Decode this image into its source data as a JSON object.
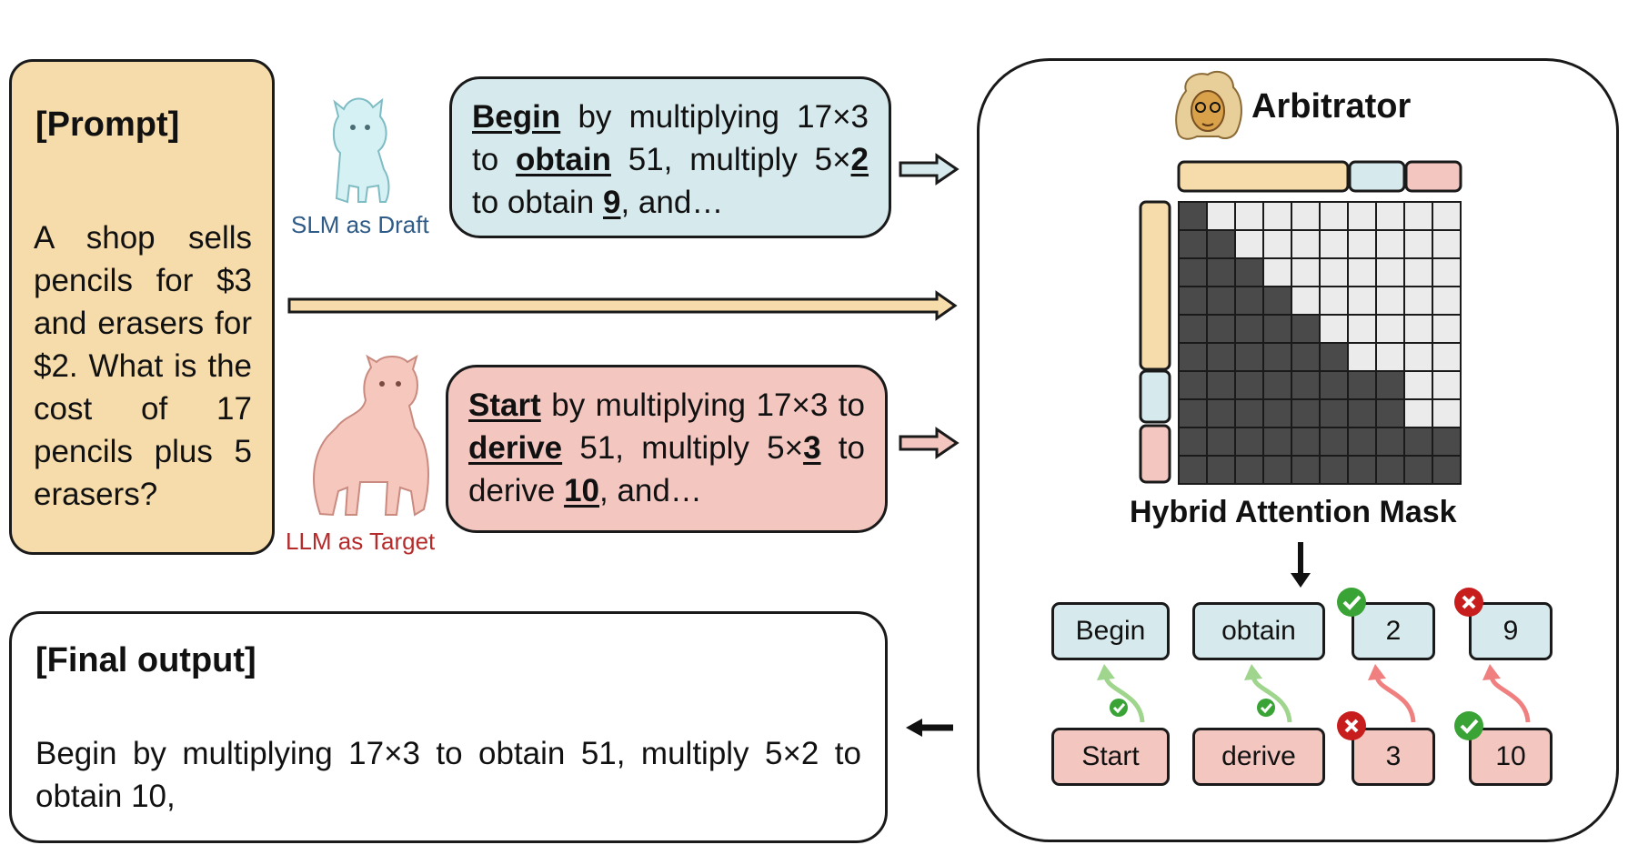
{
  "prompt": {
    "title": "[Prompt]",
    "body": "A shop sells pencils for $3 and erasers for $2. What is the cost of 17 pencils plus 5 erasers?"
  },
  "draft": {
    "label": "SLM as Draft",
    "label_color": "#2f5b88",
    "parts": [
      {
        "t": "Begin",
        "b": true
      },
      {
        "t": " by multiplying 17×3 to ",
        "b": false
      },
      {
        "t": "obtain",
        "b": true
      },
      {
        "t": " 51, multiply 5×",
        "b": false
      },
      {
        "t": "2",
        "b": true
      },
      {
        "t": " to obtain ",
        "b": false
      },
      {
        "t": "9",
        "b": true
      },
      {
        "t": ", and…",
        "b": false
      }
    ]
  },
  "target": {
    "label": "LLM as Target",
    "label_color": "#b52a2a",
    "parts": [
      {
        "t": "Start",
        "b": true
      },
      {
        "t": " by multiplying 17×3 to ",
        "b": false
      },
      {
        "t": "derive",
        "b": true
      },
      {
        "t": " 51, multiply 5×",
        "b": false
      },
      {
        "t": "3",
        "b": true
      },
      {
        "t": " to derive ",
        "b": false
      },
      {
        "t": "10",
        "b": true
      },
      {
        "t": ", and…",
        "b": false
      }
    ]
  },
  "final_output": {
    "title": "[Final output]",
    "body": "Begin by multiplying 17×3 to obtain 51, multiply 5×2 to obtain 10,"
  },
  "arbitrator": {
    "title": "Arbitrator",
    "mask_label": "Hybrid Attention Mask",
    "draft_tokens": [
      "Begin",
      "obtain",
      "2",
      "9"
    ],
    "target_tokens": [
      "Start",
      "derive",
      "3",
      "10"
    ],
    "draft_marks": [
      "none",
      "none",
      "accept",
      "reject"
    ],
    "target_marks": [
      "none",
      "none",
      "reject",
      "accept"
    ],
    "link_marks": [
      "accept",
      "accept",
      "none",
      "none"
    ]
  },
  "colors": {
    "prompt": "#f6dcaa",
    "draft": "#d6e9ec",
    "target": "#f3c6c0",
    "mask_dark": "#4a4a4a",
    "mask_light": "#ebebeb",
    "accept": "#3aa336",
    "reject": "#c81d1d",
    "accept_arrow": "#9fd58d",
    "reject_arrow": "#f08080"
  },
  "icons": [
    "llama-draft-icon",
    "llama-target-icon",
    "arbitrator-llama-icon",
    "check-icon",
    "cross-icon"
  ]
}
